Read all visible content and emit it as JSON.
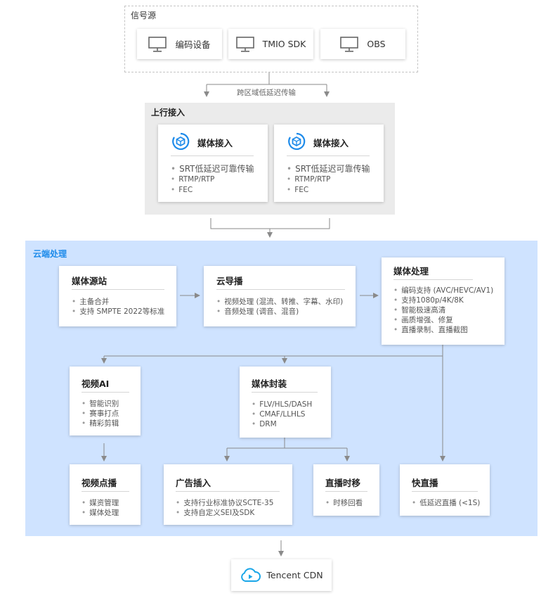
{
  "source": {
    "title": "信号源",
    "buttons": [
      {
        "label": "编码设备",
        "icon": "monitor-icon"
      },
      {
        "label": "TMIO SDK",
        "icon": "monitor-icon"
      },
      {
        "label": "OBS",
        "icon": "monitor-icon"
      }
    ]
  },
  "transfer_label": "跨区域低延迟传输",
  "uplink": {
    "title": "上行接入",
    "cards": [
      {
        "title": "媒体接入",
        "icon": "media-cube-icon",
        "bullets": [
          "SRT低延迟可靠传输",
          "RTMP/RTP",
          "FEC"
        ]
      },
      {
        "title": "媒体接入",
        "icon": "media-cube-icon",
        "bullets": [
          "SRT低延迟可靠传输",
          "RTMP/RTP",
          "FEC"
        ]
      }
    ]
  },
  "cloud": {
    "title": "云端处理",
    "origin": {
      "title": "媒体源站",
      "bullets": [
        "主备合并",
        "支持 SMPTE 2022等标准"
      ]
    },
    "director": {
      "title": "云导播",
      "bullets": [
        "视频处理 (混流、转推、字幕、水印)",
        "音频处理 (调音、混音)"
      ]
    },
    "processing": {
      "title": "媒体处理",
      "bullets": [
        "编码支持 (AVC/HEVC/AV1)",
        "支持1080p/4K/8K",
        "智能极速高清",
        "画质增强、修复",
        "直播录制、直播截图"
      ]
    },
    "video_ai": {
      "title": "视频AI",
      "bullets": [
        "智能识别",
        "赛事打点",
        "精彩剪辑"
      ]
    },
    "packaging": {
      "title": "媒体封装",
      "bullets": [
        "FLV/HLS/DASH",
        "CMAF/LLHLS",
        "DRM"
      ]
    },
    "vod": {
      "title": "视频点播",
      "bullets": [
        "媒资管理",
        "媒体处理"
      ]
    },
    "ad_insert": {
      "title": "广告插入",
      "bullets": [
        "支持行业标准协议SCTE-35",
        "支持自定义SEI及SDK"
      ]
    },
    "timeshift": {
      "title": "直播时移",
      "bullets": [
        "时移回看"
      ]
    },
    "fast_live": {
      "title": "快直播",
      "bullets": [
        "低延迟直播 (<1S)"
      ]
    }
  },
  "cdn": {
    "label": "Tencent CDN",
    "icon": "cloud-play-icon"
  },
  "colors": {
    "accent": "#1e8bea",
    "cloud_bg": "#cfe3ff",
    "uplink_bg": "#ebebeb",
    "arrow": "#8a8a8a",
    "cdn_icon": "#1aa6e8"
  }
}
